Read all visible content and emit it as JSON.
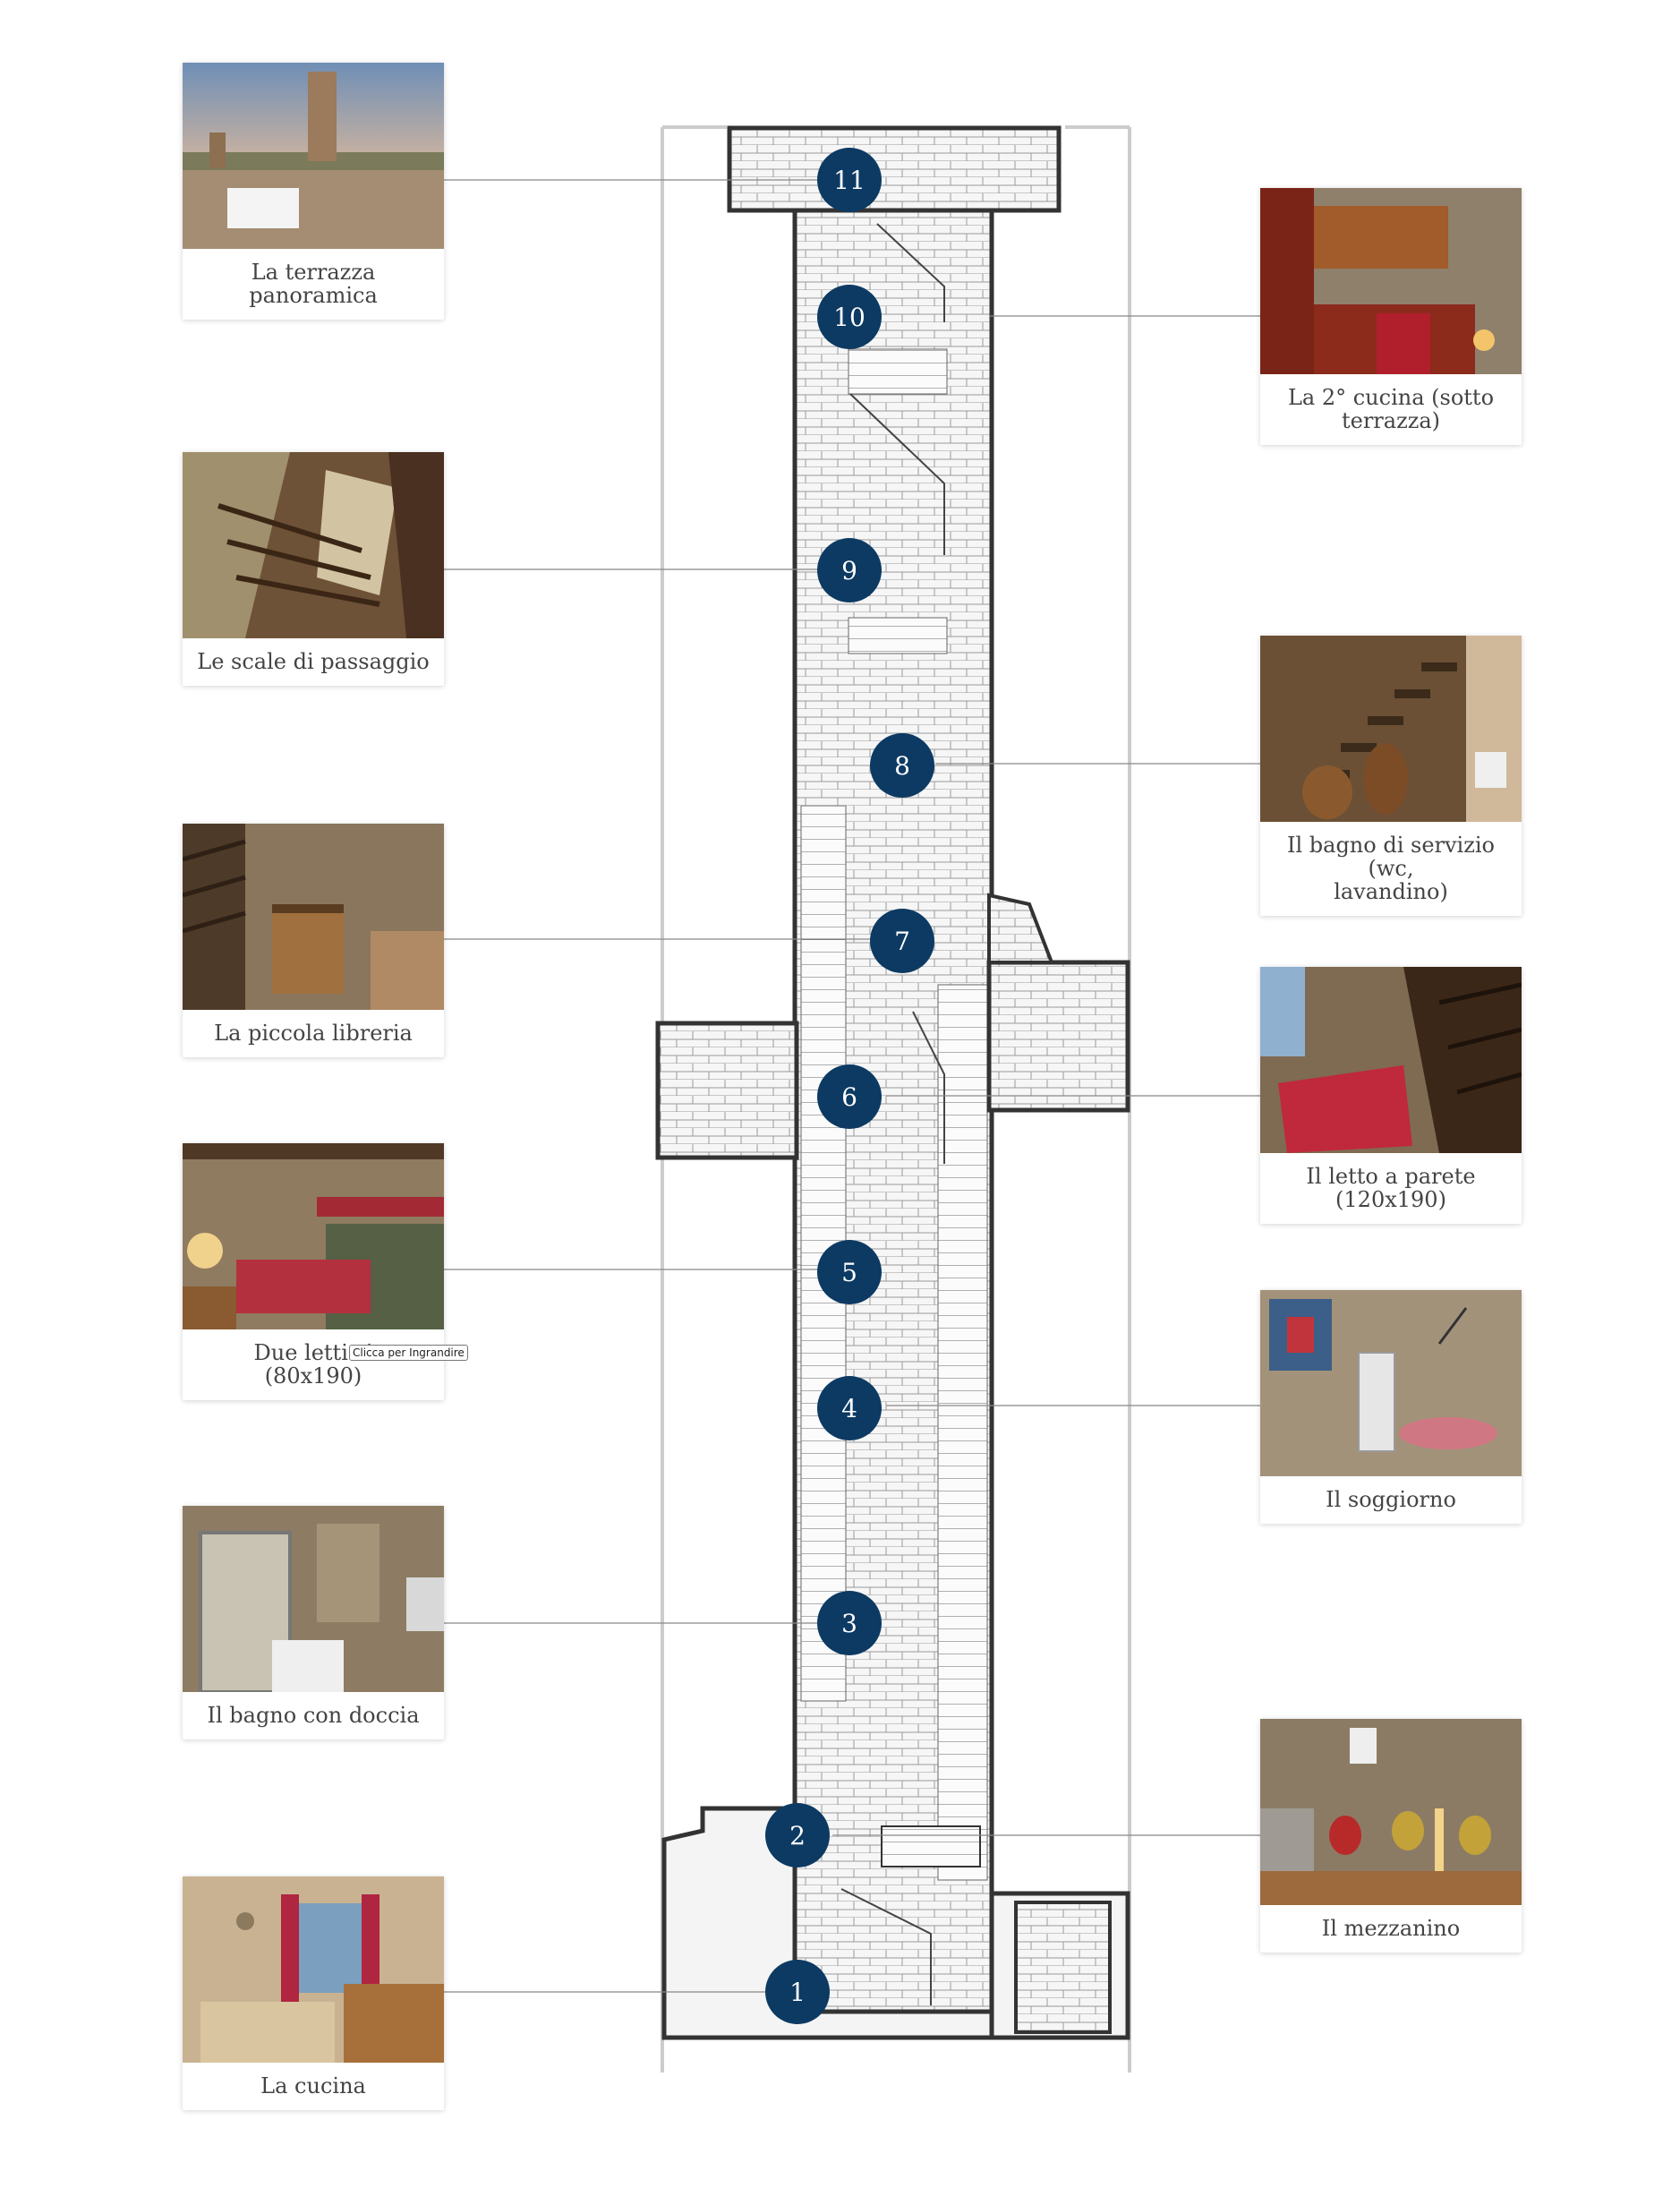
{
  "rooms": [
    {
      "num": "1",
      "label": "La cucina"
    },
    {
      "num": "2",
      "label": "Il mezzanino"
    },
    {
      "num": "3",
      "label": "Il bagno con doccia"
    },
    {
      "num": "4",
      "label": "Il soggiorno"
    },
    {
      "num": "5",
      "label": "Due letti si",
      "label2": "(80x190)"
    },
    {
      "num": "6",
      "label": "Il letto a parete",
      "label2": "(120x190)"
    },
    {
      "num": "7",
      "label": "La piccola libreria"
    },
    {
      "num": "8",
      "label": "Il bagno di servizio (wc,",
      "label2": "lavandino)"
    },
    {
      "num": "9",
      "label": "Le scale di passaggio"
    },
    {
      "num": "10",
      "label": "La 2° cucina (sotto",
      "label2": "terrazza)"
    },
    {
      "num": "11",
      "label": "La terrazza panoramica"
    }
  ],
  "tooltip": "Clicca per Ingrandire",
  "colors": {
    "marker": "#0c3a63",
    "leader": "#888888",
    "wall": "#333333"
  }
}
